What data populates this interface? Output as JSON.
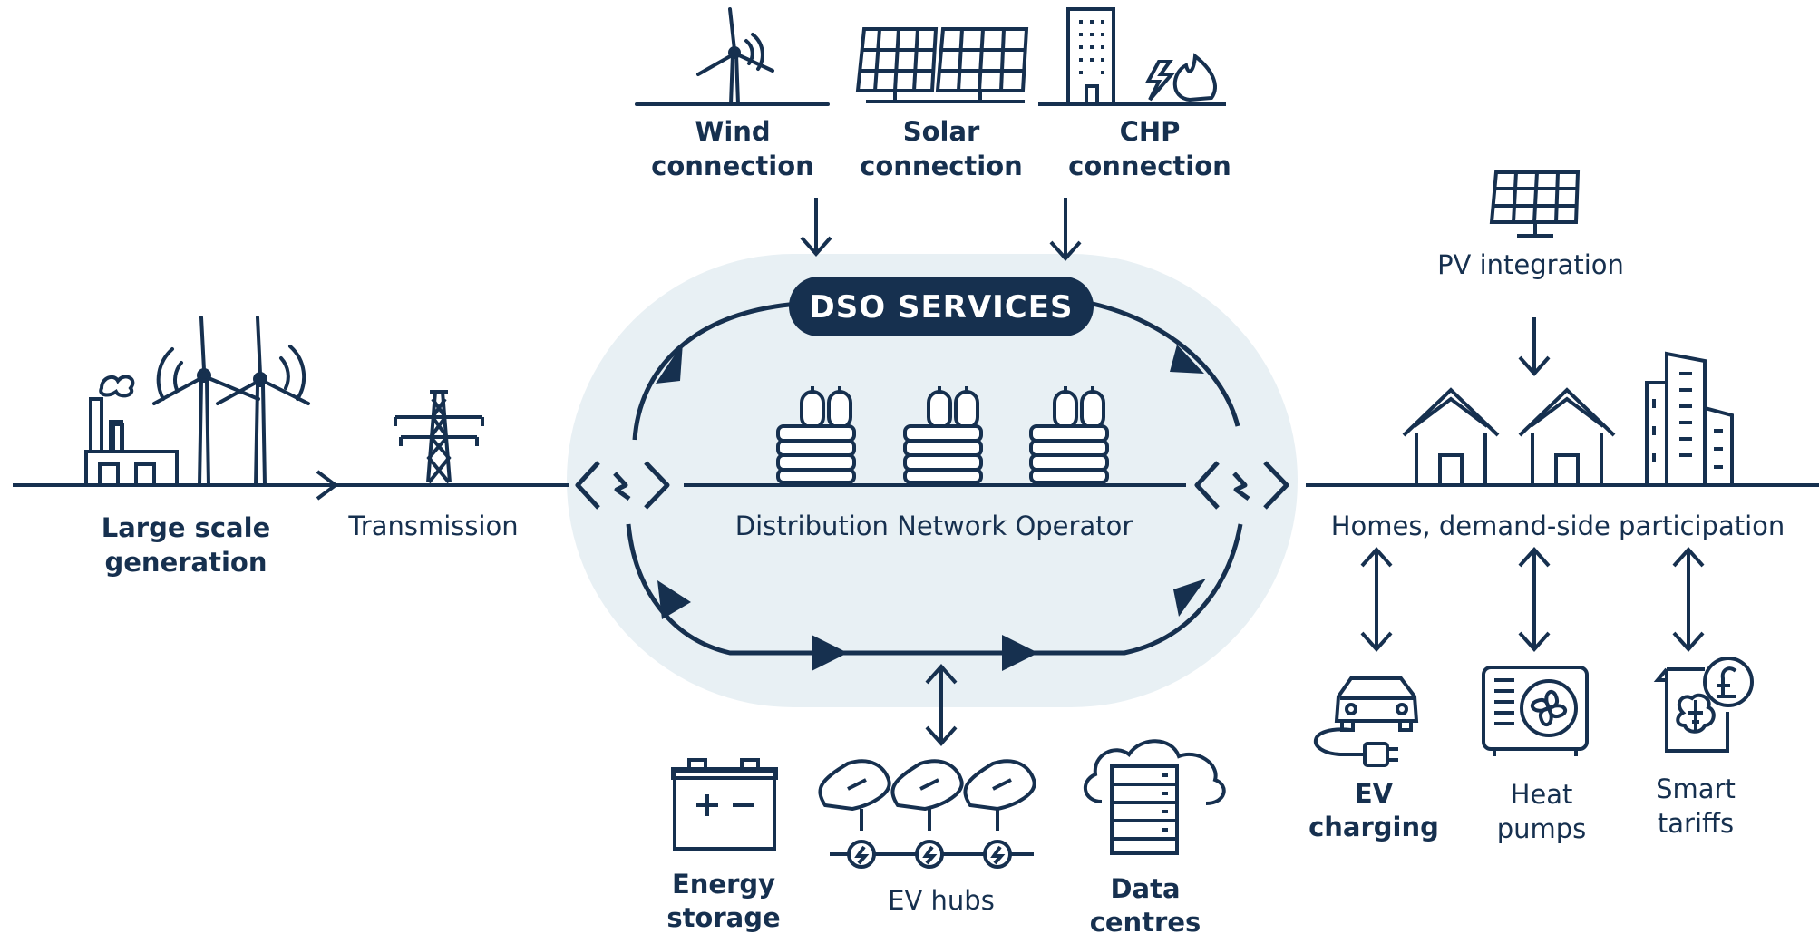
{
  "colors": {
    "navy": "#16304f",
    "bubble": "#e8f0f4",
    "white": "#ffffff"
  },
  "center": {
    "badge": "DSO SERVICES",
    "operator": "Distribution Network Operator"
  },
  "top": {
    "wind": [
      "Wind",
      "connection"
    ],
    "solar": [
      "Solar",
      "connection"
    ],
    "chp": [
      "CHP",
      "connection"
    ]
  },
  "left": {
    "generation": [
      "Large scale",
      "generation"
    ],
    "transmission": "Transmission"
  },
  "right": {
    "pv": "PV integration",
    "homes": "Homes, demand-side participation",
    "ev_charging": [
      "EV",
      "charging"
    ],
    "heat_pumps": [
      "Heat",
      "pumps"
    ],
    "smart_tariffs": [
      "Smart",
      "tariffs"
    ]
  },
  "bottom": {
    "storage": [
      "Energy",
      "storage"
    ],
    "ev_hubs": "EV hubs",
    "data": [
      "Data",
      "centres"
    ]
  },
  "icons": [
    "wind-turbine-icon",
    "solar-panel-icon",
    "chp-plant-icon",
    "factory-icon",
    "pylon-icon",
    "transformer-icon",
    "switch-icon",
    "house-icon",
    "apartment-icon",
    "ev-charger-icon",
    "heat-pump-icon",
    "smart-tariff-icon",
    "battery-icon",
    "ev-hub-icon",
    "data-centre-icon"
  ]
}
